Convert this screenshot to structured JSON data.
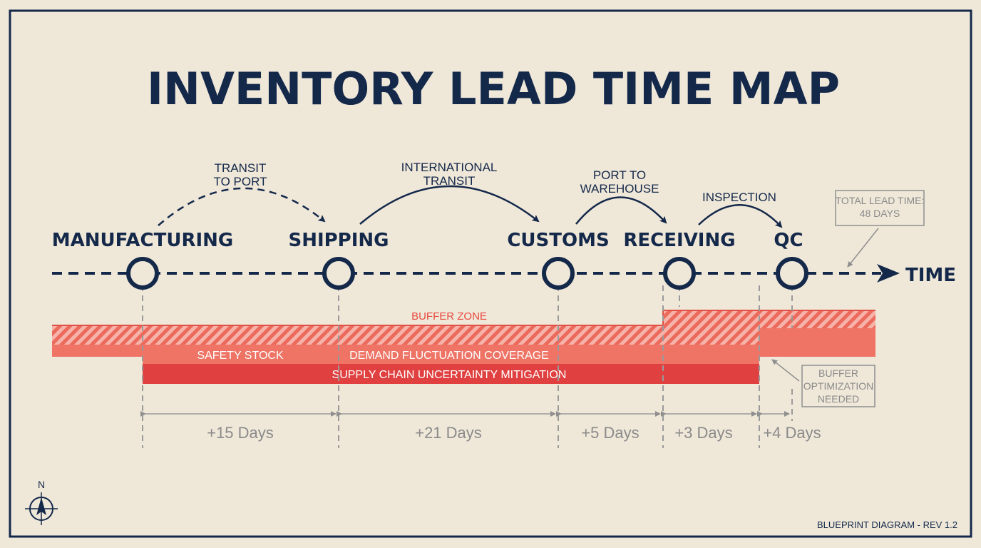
{
  "title": "INVENTORY LEAD TIME MAP",
  "timeline": {
    "axis_label": "TIME",
    "stages": [
      {
        "name": "MANUFACTURING"
      },
      {
        "name": "SHIPPING"
      },
      {
        "name": "CUSTOMS"
      },
      {
        "name": "RECEIVING"
      },
      {
        "name": "QC"
      }
    ],
    "transitions": [
      {
        "label_line1": "TRANSIT",
        "label_line2": "TO PORT",
        "style": "dashed"
      },
      {
        "label_line1": "INTERNATIONAL",
        "label_line2": "TRANSIT",
        "style": "solid"
      },
      {
        "label_line1": "PORT TO",
        "label_line2": "WAREHOUSE",
        "style": "solid"
      },
      {
        "label_line1": "INSPECTION",
        "label_line2": "",
        "style": "solid"
      }
    ],
    "durations": [
      {
        "label": "+15 Days",
        "days": 15
      },
      {
        "label": "+21 Days",
        "days": 21
      },
      {
        "label": "+5 Days",
        "days": 5
      },
      {
        "label": "+3 Days",
        "days": 3
      },
      {
        "label": "+4 Days",
        "days": 4
      }
    ]
  },
  "total_callout": {
    "line1": "TOTAL LEAD TIME:",
    "line2": "48 DAYS"
  },
  "buffers": {
    "buffer_zone": "BUFFER ZONE",
    "safety_stock": "SAFETY STOCK",
    "demand_fluctuation": "DEMAND FLUCTUATION COVERAGE",
    "supply_chain": "SUPPLY CHAIN UNCERTAINTY MITIGATION"
  },
  "optimization_callout": {
    "line1": "BUFFER",
    "line2": "OPTIMIZATION",
    "line3": "NEEDED"
  },
  "compass": {
    "label": "N"
  },
  "footer": "BLUEPRINT DIAGRAM - REV 1.2",
  "colors": {
    "navy": "#14284a",
    "red_light": "#ef7466",
    "red_dark": "#e04040",
    "red_text": "#e8483e",
    "gray": "#8f8f8f",
    "background": "#efe8d9"
  }
}
